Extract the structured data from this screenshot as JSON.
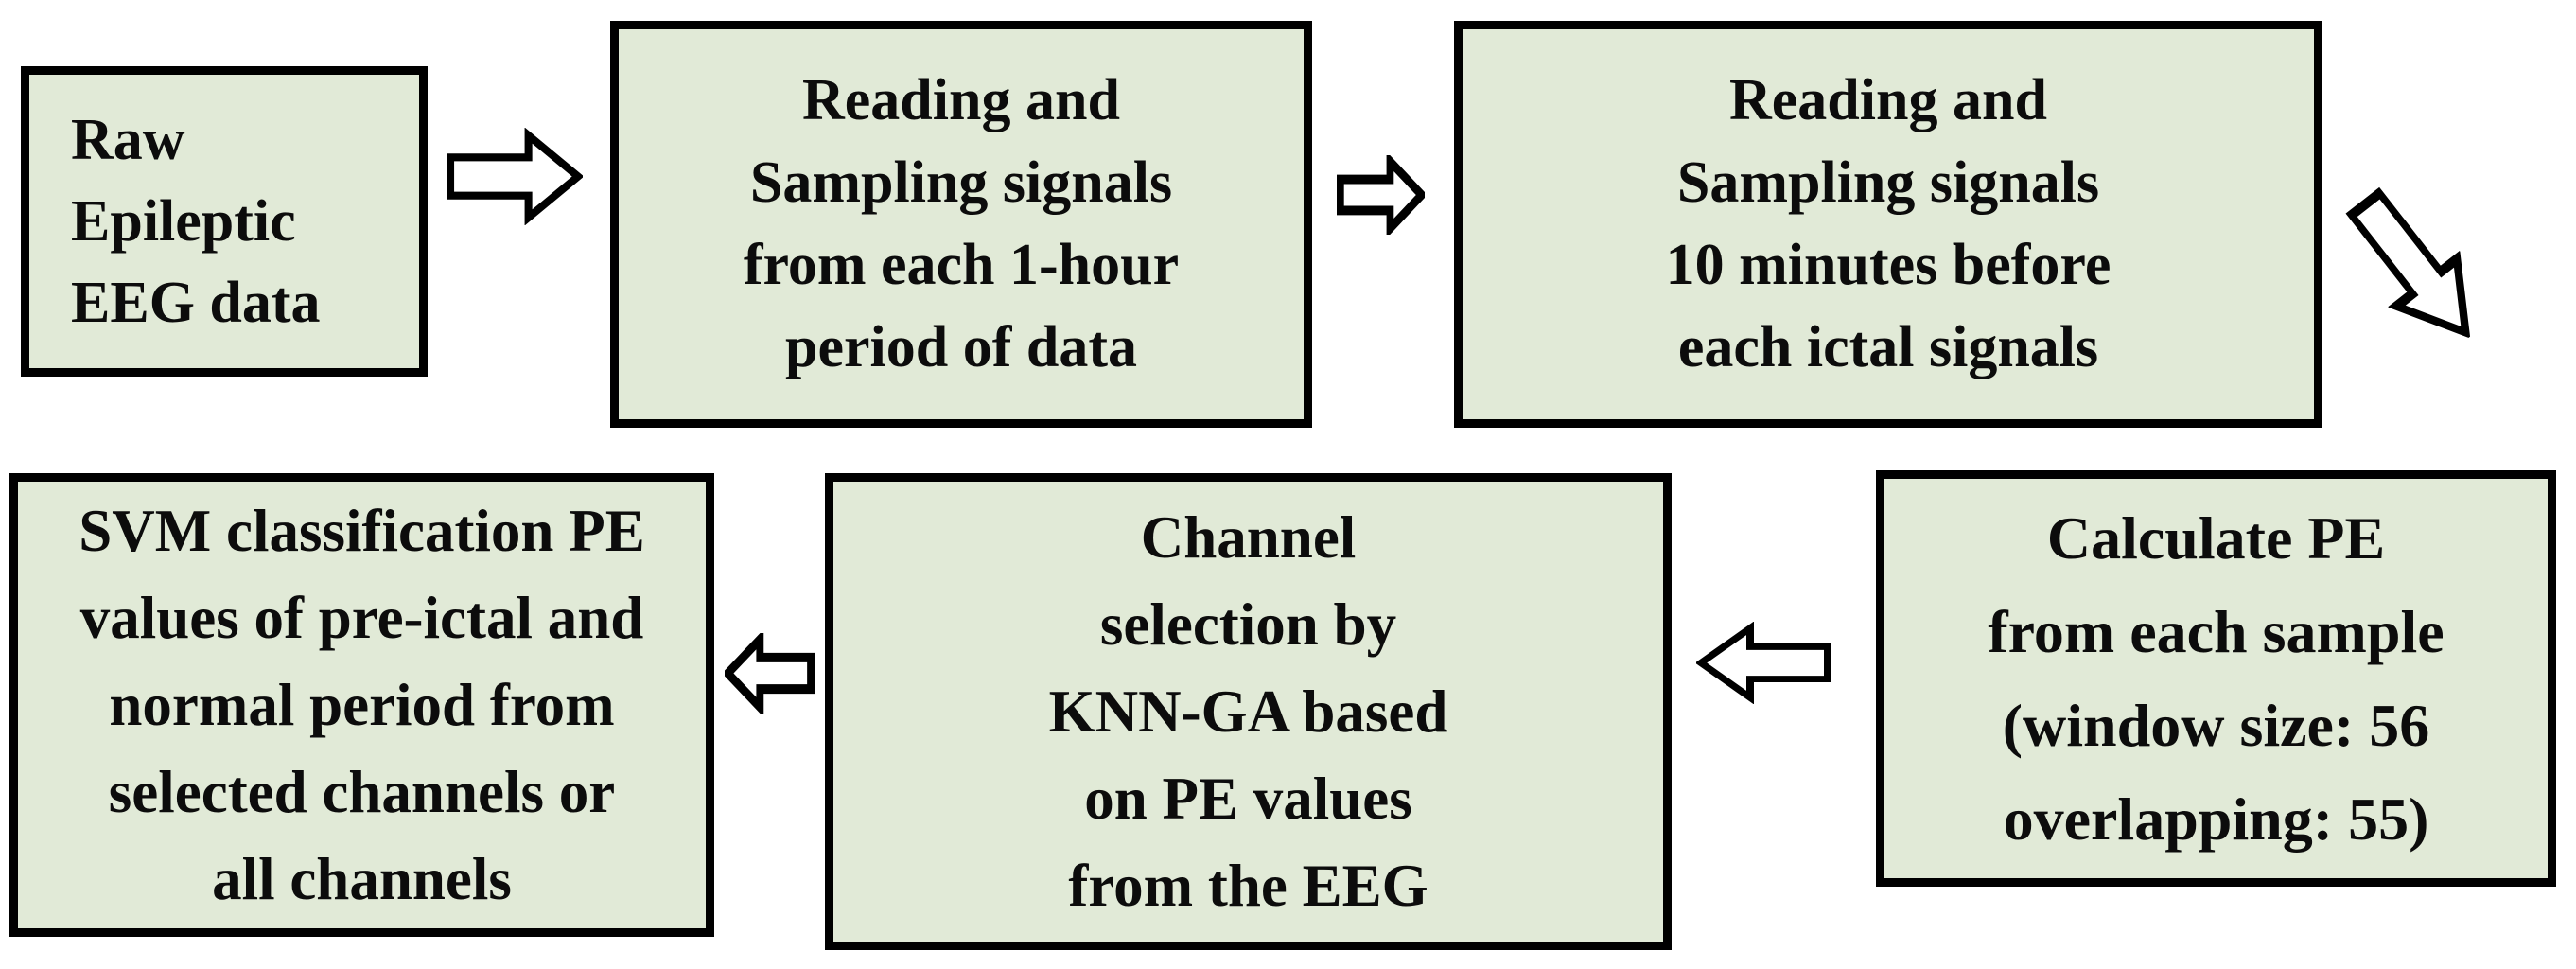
{
  "figure": {
    "background": "#ffffff",
    "box_fill": "#e1ead7",
    "box_border": "#000000",
    "text_color": "#0c0c0c",
    "arrow_fill": "#ffffff",
    "arrow_border": "#000000"
  },
  "boxes": [
    {
      "id": "raw-eeg-data",
      "lines": [
        "Raw",
        "Epileptic",
        "EEG data"
      ]
    },
    {
      "id": "read-sample-1hour",
      "lines": [
        "Reading and",
        "Sampling signals",
        "from each 1-hour",
        "period of data"
      ]
    },
    {
      "id": "read-sample-10min",
      "lines": [
        "Reading and",
        "Sampling signals",
        "10 minutes before",
        "each ictal signals"
      ]
    },
    {
      "id": "svm-classification",
      "lines": [
        "SVM classification PE",
        "values of pre-ictal and",
        "normal period from",
        "selected channels or",
        "all channels"
      ]
    },
    {
      "id": "channel-selection",
      "lines": [
        "Channel",
        "selection by",
        "KNN-GA based",
        "on PE values",
        "from the EEG"
      ]
    },
    {
      "id": "calculate-pe",
      "lines": [
        "Calculate PE",
        "from each sample",
        "(window size: 56",
        "overlapping: 55)"
      ]
    }
  ],
  "arrows": [
    {
      "id": "arrow-1",
      "direction": "right",
      "from": "raw-eeg-data",
      "to": "read-sample-1hour"
    },
    {
      "id": "arrow-2",
      "direction": "right",
      "from": "read-sample-1hour",
      "to": "read-sample-10min"
    },
    {
      "id": "arrow-3",
      "direction": "down-right",
      "from": "read-sample-10min",
      "to": "calculate-pe"
    },
    {
      "id": "arrow-4",
      "direction": "left",
      "from": "calculate-pe",
      "to": "channel-selection"
    },
    {
      "id": "arrow-5",
      "direction": "left",
      "from": "channel-selection",
      "to": "svm-classification"
    }
  ]
}
